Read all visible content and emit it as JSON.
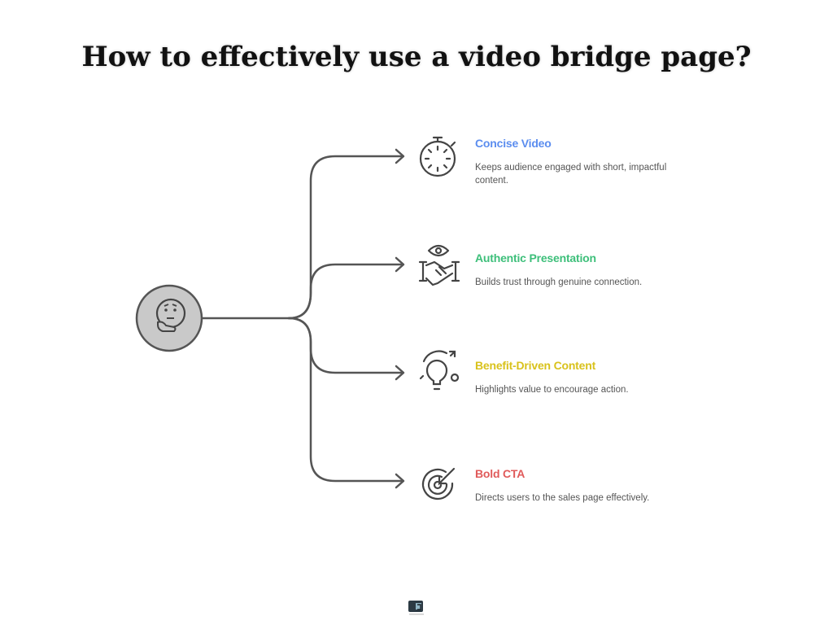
{
  "title": "How to effectively use a video bridge page?",
  "center_icon": "thinking-face-icon",
  "items": [
    {
      "heading": "Concise Video",
      "description": "Keeps audience engaged with short, impactful content.",
      "color": "#5b8def",
      "icon": "stopwatch-icon"
    },
    {
      "heading": "Authentic Presentation",
      "description": "Builds trust through genuine connection.",
      "color": "#3dbf7a",
      "icon": "eye-handshake-icon"
    },
    {
      "heading": "Benefit-Driven Content",
      "description": "Highlights value to encourage action.",
      "color": "#d9c21c",
      "icon": "lightbulb-icon"
    },
    {
      "heading": "Bold CTA",
      "description": "Directs users to the sales page effectively.",
      "color": "#e05a5a",
      "icon": "target-icon"
    }
  ]
}
